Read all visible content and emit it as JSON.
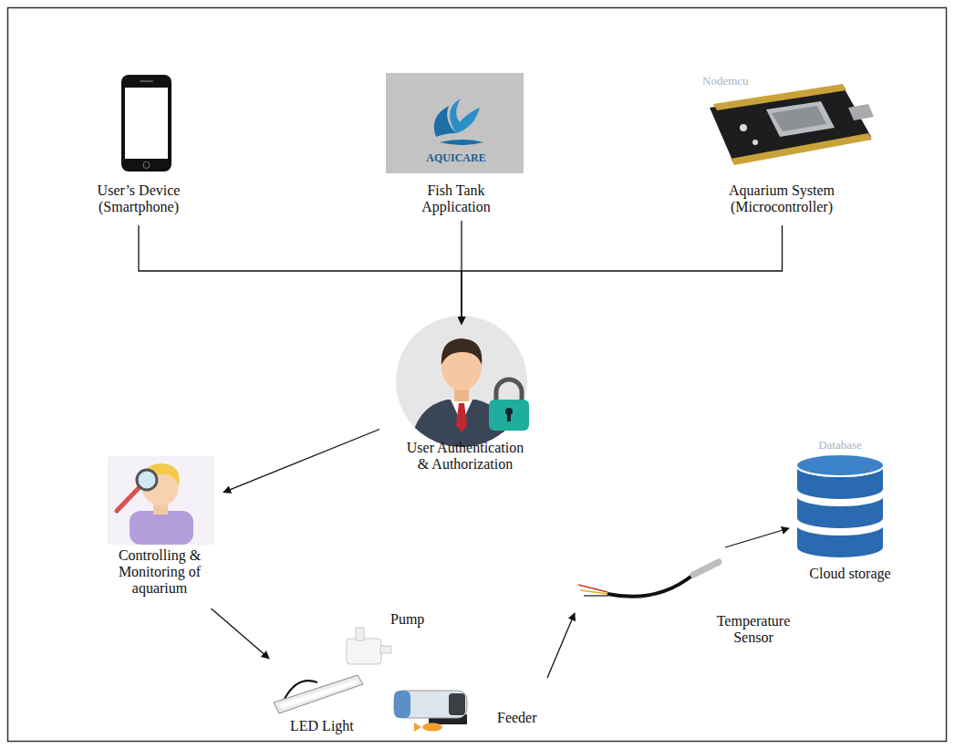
{
  "diagram": {
    "nodes": [
      {
        "text": [
          "User’s Device (Smartphone)"
        ]
      },
      {
        "text": [
          "AQUICARE",
          "Fish Tank Application"
        ]
      },
      {
        "text": [
          "Nodemcu",
          "Aquarium System (Microcontroller)"
        ]
      },
      {
        "text": [
          "User Authentication & Authorization"
        ]
      },
      {
        "text": [
          "Controlling & Monitoring of aquarium"
        ]
      },
      {
        "text": [
          "Pump",
          "Feeder",
          "LED Light"
        ]
      },
      {
        "text": [
          "Temperature Sensor"
        ]
      },
      {
        "text": [
          "Database",
          "Cloud storage"
        ]
      }
    ],
    "edges": [
      {
        "from": 0,
        "to": 3,
        "arrow": "to"
      },
      {
        "from": 1,
        "to": 3,
        "arrow": "to"
      },
      {
        "from": 2,
        "to": 3,
        "arrow": "to"
      },
      {
        "from": 3,
        "to": 4,
        "arrow": "to"
      },
      {
        "from": 4,
        "to": 5,
        "arrow": "to"
      },
      {
        "from": 5,
        "to": 6,
        "arrow": "to"
      },
      {
        "from": 6,
        "to": 7,
        "arrow": "to"
      }
    ]
  }
}
